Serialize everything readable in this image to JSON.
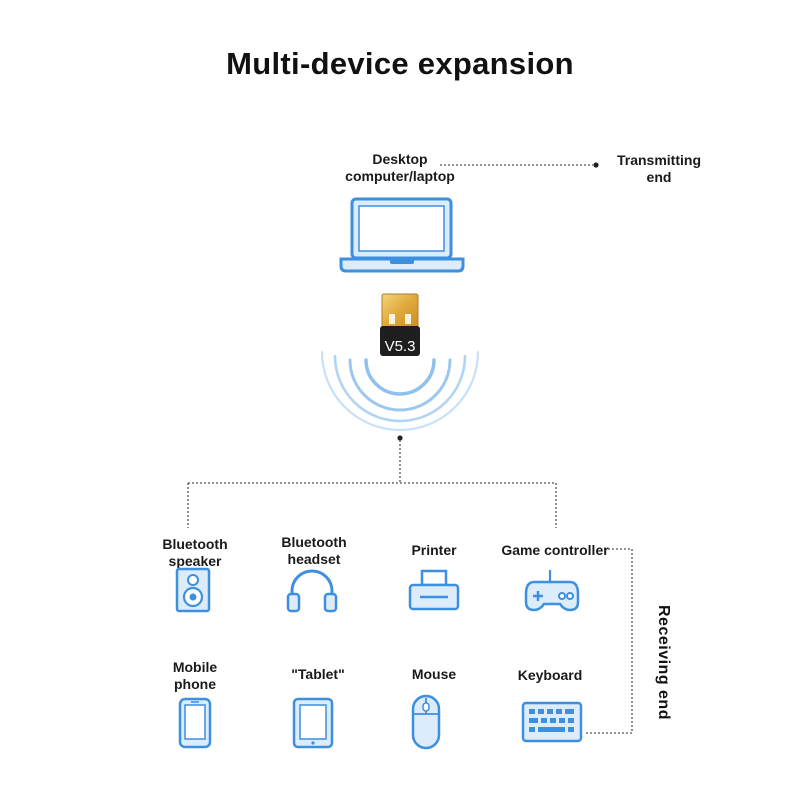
{
  "title": "Multi-device expansion",
  "transmitting": {
    "device_label": "Desktop\ncomputer/laptop",
    "end_label": "Transmitting\nend"
  },
  "dongle": {
    "version": "V5.3"
  },
  "receiving": {
    "end_label": "Receiving end",
    "devices": [
      {
        "label": "Bluetooth\nspeaker",
        "icon": "speaker-icon"
      },
      {
        "label": "Bluetooth\nheadset",
        "icon": "headphones-icon"
      },
      {
        "label": "Printer",
        "icon": "printer-icon"
      },
      {
        "label": "Game controller",
        "icon": "gamepad-icon"
      },
      {
        "label": "Mobile\nphone",
        "icon": "phone-icon"
      },
      {
        "label": "\"Tablet\"",
        "icon": "tablet-icon"
      },
      {
        "label": "Mouse",
        "icon": "mouse-icon"
      },
      {
        "label": "Keyboard",
        "icon": "keyboard-icon"
      }
    ]
  },
  "colors": {
    "icon_blue": "#3d8fe0",
    "icon_fill": "#dcecfb",
    "line": "#555555",
    "gold": "#e8b84a"
  }
}
